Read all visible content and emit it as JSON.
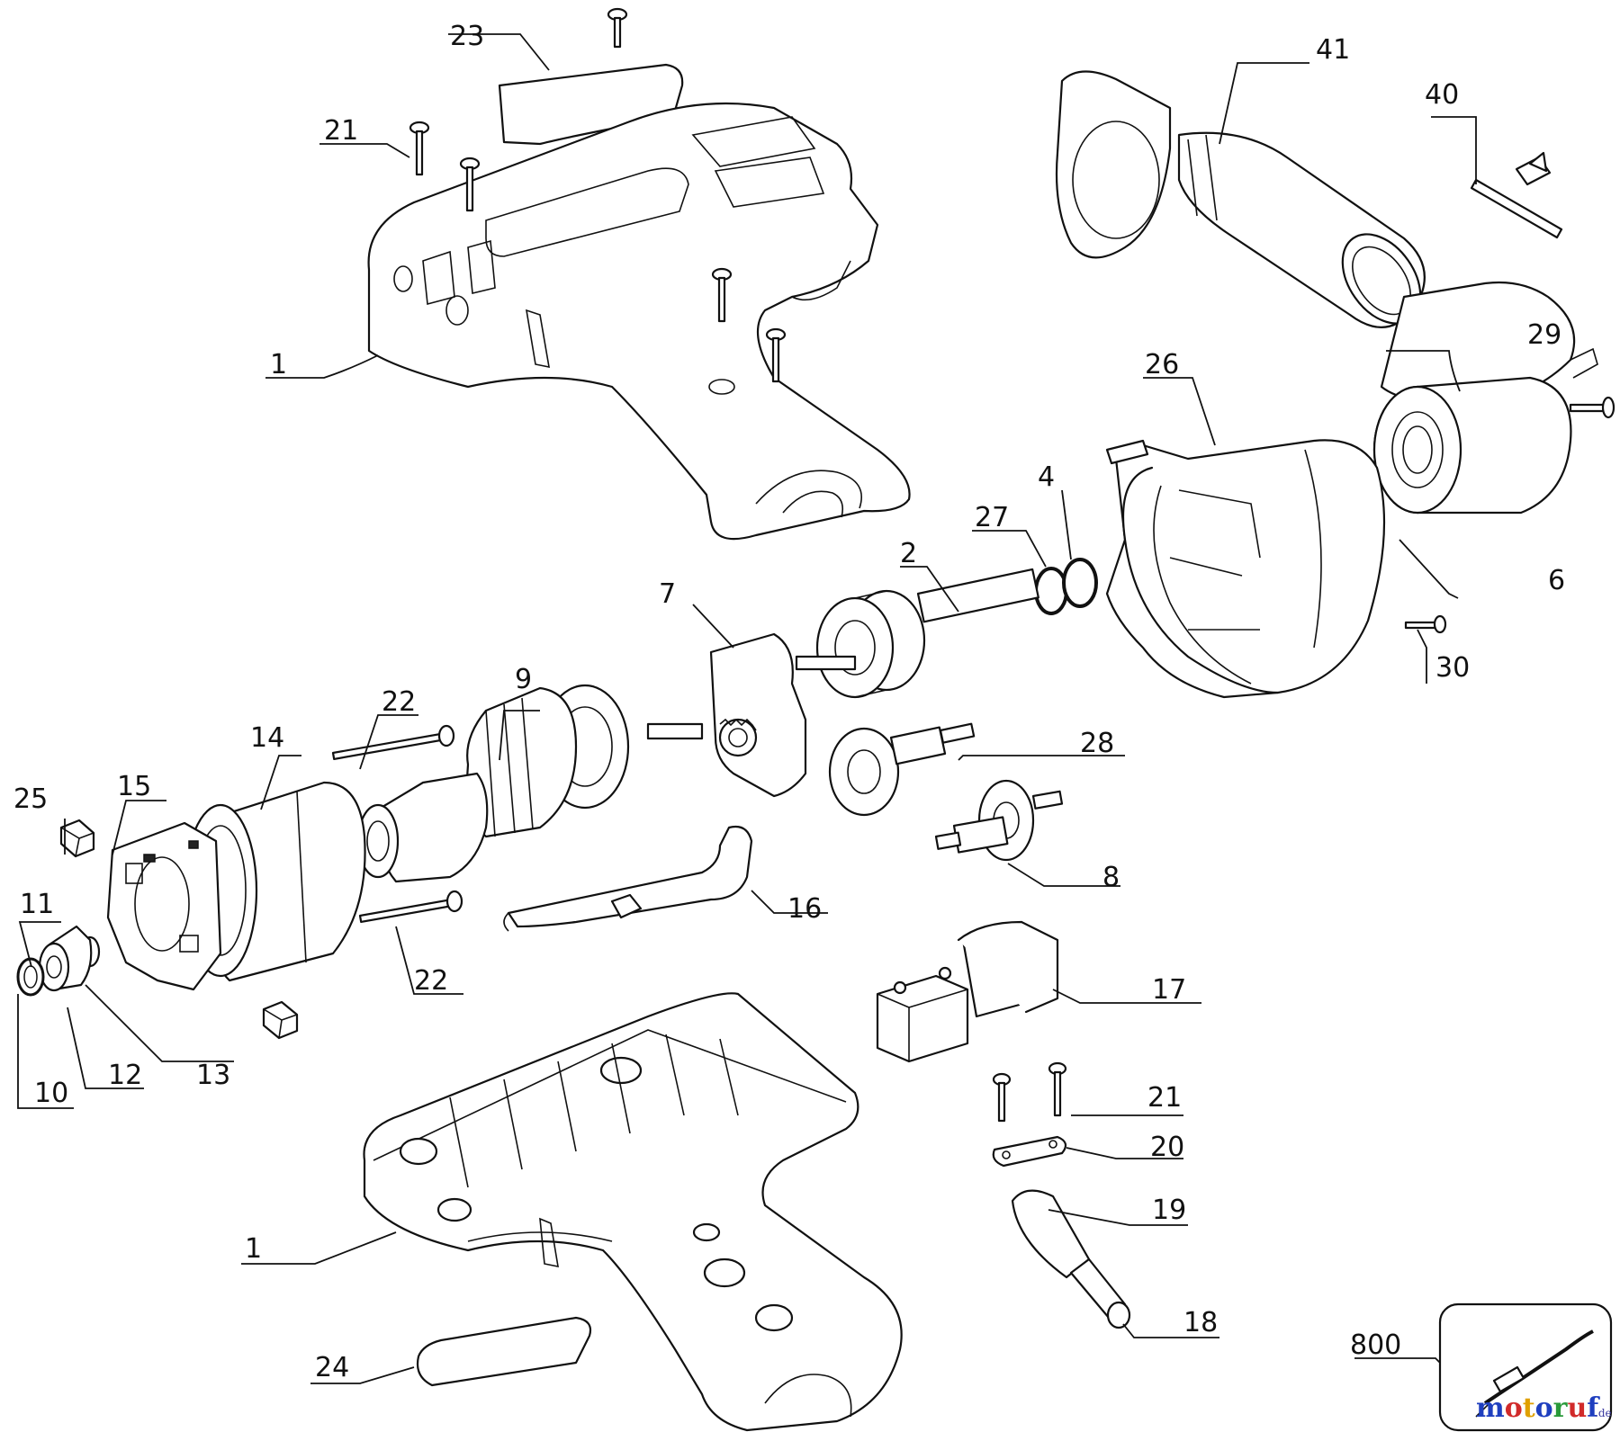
{
  "callouts": {
    "c1a": "1",
    "c1b": "1",
    "c2": "2",
    "c4": "4",
    "c6": "6",
    "c7": "7",
    "c8": "8",
    "c9": "9",
    "c10": "10",
    "c11": "11",
    "c12": "12",
    "c13": "13",
    "c14": "14",
    "c15": "15",
    "c16": "16",
    "c17": "17",
    "c18": "18",
    "c19": "19",
    "c20": "20",
    "c21a": "21",
    "c21b": "21",
    "c22a": "22",
    "c22b": "22",
    "c23": "23",
    "c24": "24",
    "c25": "25",
    "c26": "26",
    "c27": "27",
    "c28": "28",
    "c29": "29",
    "c30": "30",
    "c40": "40",
    "c41": "41",
    "c800": "800"
  },
  "watermark": {
    "letters": [
      "m",
      "o",
      "t",
      "o",
      "r",
      "u",
      "f"
    ],
    "suffix": ".de",
    "colors": [
      "#1f3fbf",
      "#d12a2a",
      "#e0a000",
      "#1f3fbf",
      "#2a9a3a",
      "#d12a2a",
      "#1f3fbf"
    ]
  }
}
